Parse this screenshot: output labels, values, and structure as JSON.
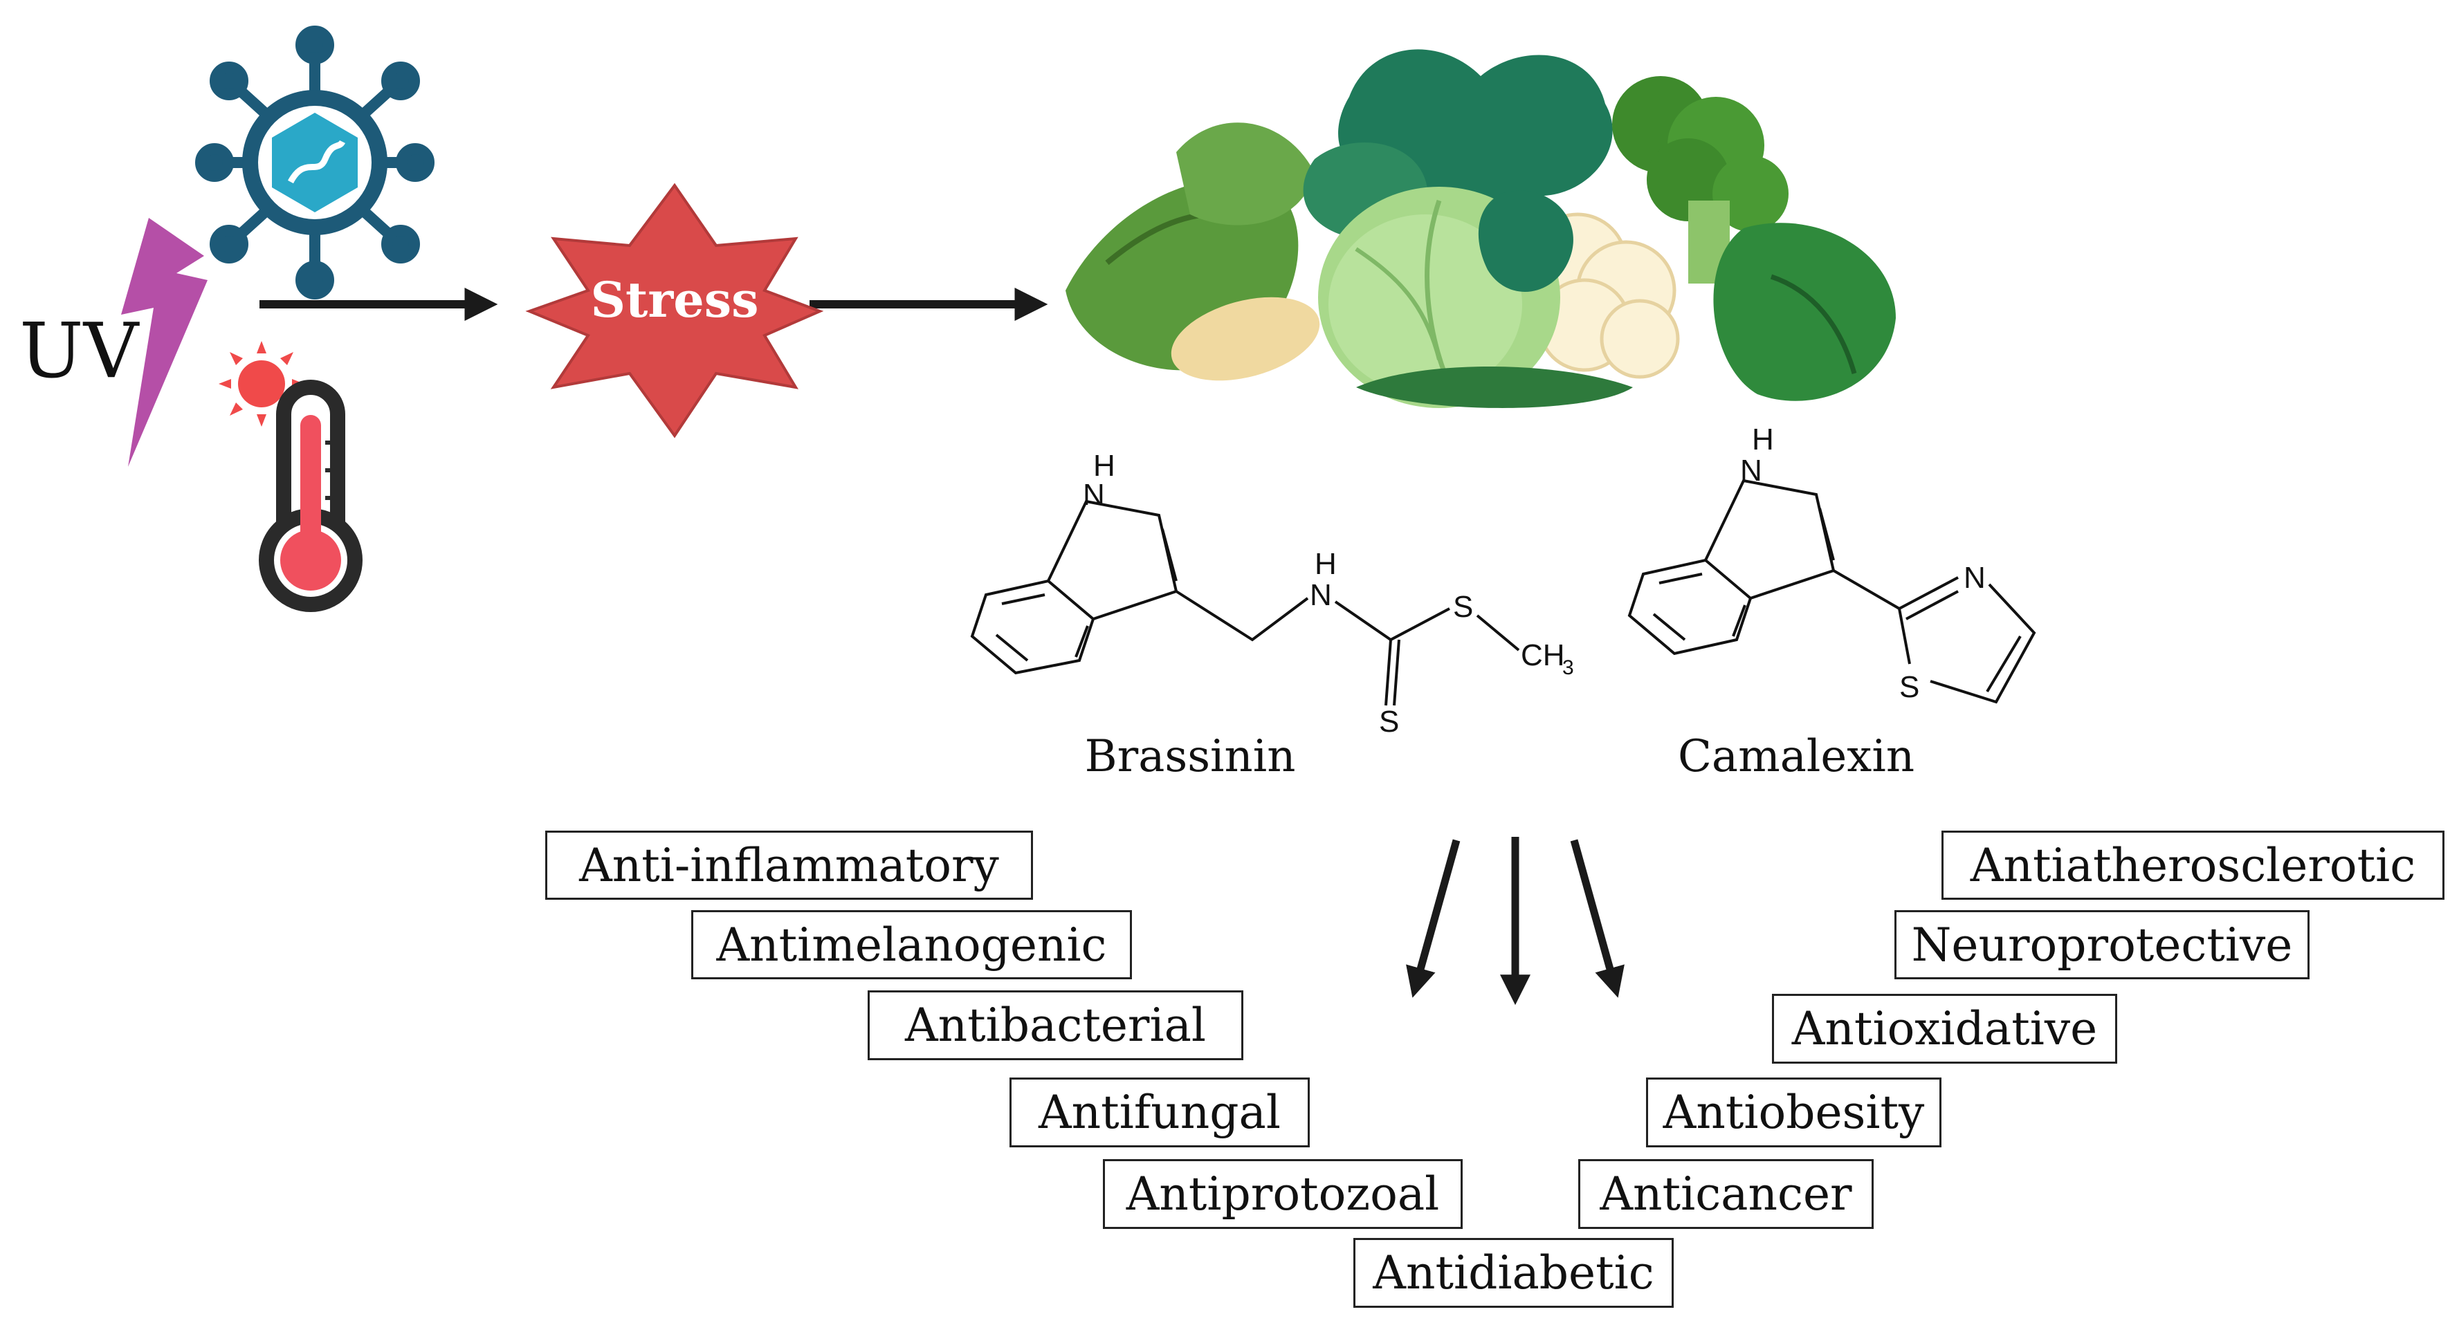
{
  "stressors": {
    "uv_label": "UV"
  },
  "stress": {
    "label": "Stress"
  },
  "compounds": {
    "brassinin": {
      "name": "Brassinin",
      "atoms": {
        "nh_h": "H",
        "nh_n": "N",
        "amine_h": "H",
        "amine_n": "N",
        "s_single": "S",
        "s_double": "S",
        "ch": "CH",
        "ch_sub": "3"
      }
    },
    "camalexin": {
      "name": "Camalexin",
      "atoms": {
        "nh_h": "H",
        "nh_n": "N",
        "thiazole_n": "N",
        "thiazole_s": "S"
      }
    }
  },
  "activities": {
    "left": [
      "Anti-inflammatory",
      "Antimelanogenic",
      "Antibacterial",
      "Antifungal",
      "Antiprotozoal"
    ],
    "center": [
      "Antidiabetic"
    ],
    "right": [
      "Antiatherosclerotic",
      "Neuroprotective",
      "Antioxidative",
      "Antiobesity",
      "Anticancer"
    ]
  },
  "colors": {
    "virus": "#1d5a78",
    "lightning": "#b54fa7",
    "sun": "#f04a4a",
    "thermometer": "#f0505e",
    "stress_burst": "#d94a4a",
    "arrow": "#1a1a1a"
  }
}
